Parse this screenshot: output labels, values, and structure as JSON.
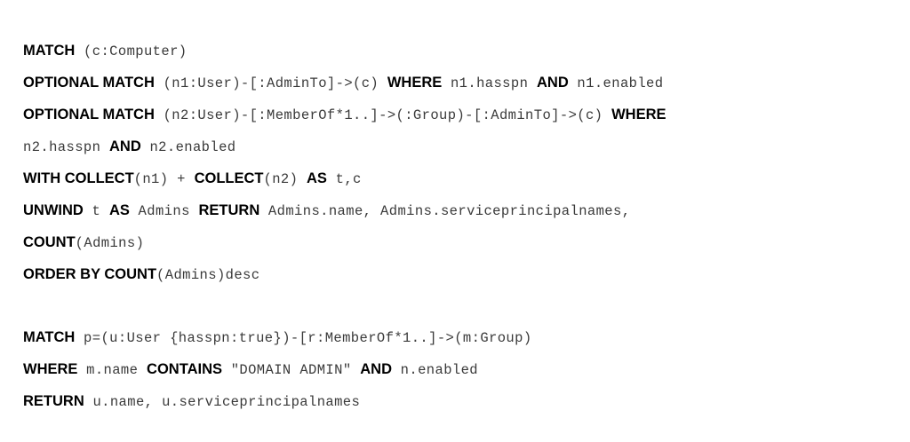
{
  "query1": {
    "lines": [
      [
        {
          "type": "kw",
          "text": "MATCH"
        },
        {
          "type": "tx",
          "text": " (c:Computer)"
        }
      ],
      [
        {
          "type": "kw",
          "text": "OPTIONAL MATCH"
        },
        {
          "type": "tx",
          "text": " (n1:User)-[:AdminTo]->(c) "
        },
        {
          "type": "kw",
          "text": "WHERE"
        },
        {
          "type": "tx",
          "text": " n1.hasspn "
        },
        {
          "type": "kw",
          "text": "AND"
        },
        {
          "type": "tx",
          "text": " n1.enabled"
        }
      ],
      [
        {
          "type": "kw",
          "text": "OPTIONAL MATCH"
        },
        {
          "type": "tx",
          "text": " (n2:User)-[:MemberOf*1..]->(:Group)-[:AdminTo]->(c) "
        },
        {
          "type": "kw",
          "text": "WHERE"
        }
      ],
      [
        {
          "type": "tx",
          "text": "n2.hasspn "
        },
        {
          "type": "kw",
          "text": "AND"
        },
        {
          "type": "tx",
          "text": " n2.enabled"
        }
      ],
      [
        {
          "type": "kw",
          "text": "WITH COLLECT"
        },
        {
          "type": "tx",
          "text": "(n1) + "
        },
        {
          "type": "kw",
          "text": "COLLECT"
        },
        {
          "type": "tx",
          "text": "(n2) "
        },
        {
          "type": "kw",
          "text": "AS"
        },
        {
          "type": "tx",
          "text": " t,c"
        }
      ],
      [
        {
          "type": "kw",
          "text": "UNWIND"
        },
        {
          "type": "tx",
          "text": " t "
        },
        {
          "type": "kw",
          "text": "AS"
        },
        {
          "type": "tx",
          "text": " Admins "
        },
        {
          "type": "kw",
          "text": "RETURN"
        },
        {
          "type": "tx",
          "text": " Admins.name, Admins.serviceprincipalnames,"
        }
      ],
      [
        {
          "type": "kw",
          "text": "COUNT"
        },
        {
          "type": "tx",
          "text": "(Admins)"
        }
      ],
      [
        {
          "type": "kw",
          "text": "ORDER BY COUNT"
        },
        {
          "type": "tx",
          "text": "(Admins)desc"
        }
      ]
    ]
  },
  "query2": {
    "lines": [
      [
        {
          "type": "kw",
          "text": "MATCH"
        },
        {
          "type": "tx",
          "text": " p=(u:User {hasspn:true})-[r:MemberOf*1..]->(m:Group)"
        }
      ],
      [
        {
          "type": "kw",
          "text": "WHERE"
        },
        {
          "type": "tx",
          "text": " m.name "
        },
        {
          "type": "kw",
          "text": "CONTAINS"
        },
        {
          "type": "tx",
          "text": " \"DOMAIN ADMIN\" "
        },
        {
          "type": "kw",
          "text": "AND"
        },
        {
          "type": "tx",
          "text": " n.enabled"
        }
      ],
      [
        {
          "type": "kw",
          "text": "RETURN"
        },
        {
          "type": "tx",
          "text": " u.name, u.serviceprincipalnames"
        }
      ]
    ]
  }
}
